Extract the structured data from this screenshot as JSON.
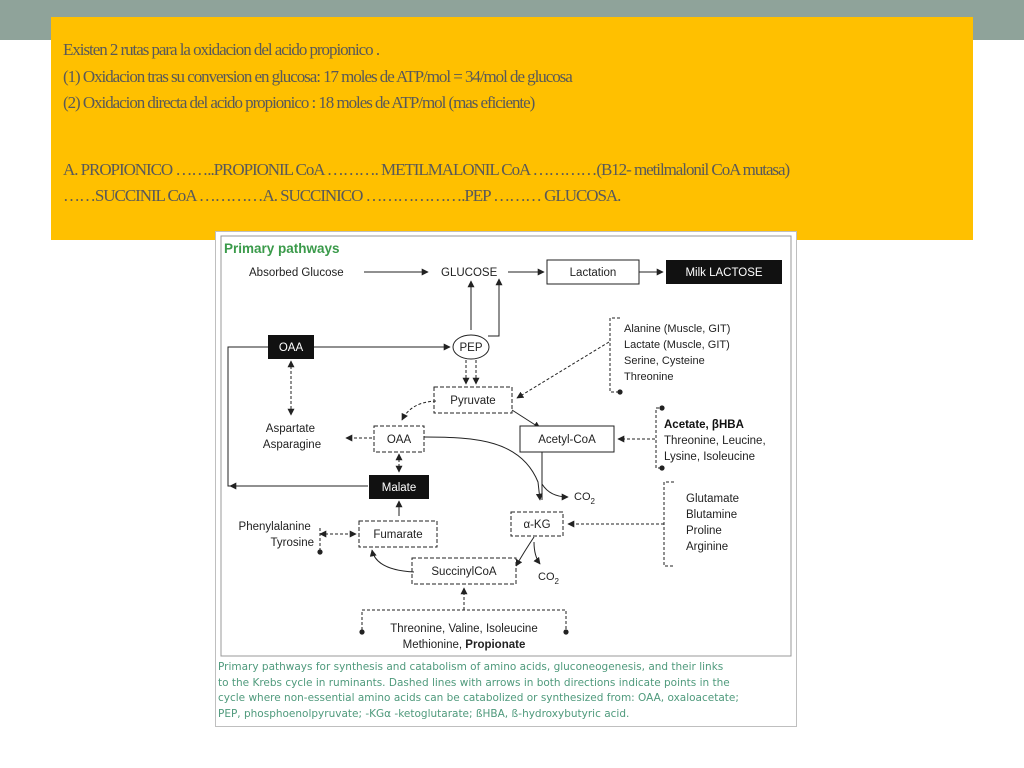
{
  "slide": {
    "colors": {
      "topbar": "#8fa39a",
      "title_background": "#ffc000",
      "title_text": "#595959",
      "caption_text": "#4f9a7c",
      "header_text": "#3a9a4a"
    },
    "title_lines": [
      "Existen 2 rutas para la oxidacion  del acido propionico .",
      "(1) Oxidacion tras su conversion en glucosa:  17 moles de ATP/mol = 34/mol de glucosa",
      "(2) Oxidacion directa del acido propionico : 18 moles de ATP/mol  (mas eficiente)"
    ],
    "route_lines": [
      "A. PROPIONICO ……..PROPIONIL CoA ………. METILMALONIL CoA …………(B12- metilmalonil CoA  mutasa)",
      "……SUCCINIL CoA …………A. SUCCINICO ……………….PEP  ……… GLUCOSA."
    ]
  },
  "figure": {
    "header": "Primary pathways",
    "labels": {
      "absorbed_glucose": "Absorbed Glucose",
      "glucose": "GLUCOSE",
      "lactation": "Lactation",
      "milk_lactose": "Milk LACTOSE",
      "oaa_top": "OAA",
      "pep": "PEP",
      "pyruvate": "Pyruvate",
      "aspartate": "Aspartate",
      "asparagine": "Asparagine",
      "oaa": "OAA",
      "acetyl_coa": "Acetyl-CoA",
      "malate": "Malate",
      "co2_top": "CO",
      "co2_top_sub": "2",
      "phenylalanine": "Phenylalanine",
      "tyrosine": "Tyrosine",
      "fumarate": "Fumarate",
      "akg": "α-KG",
      "succinylcoa": "SuccinylCoA",
      "co2_bottom": "CO",
      "co2_bottom_sub": "2"
    },
    "sources": {
      "amino_group_1": [
        "Alanine (Muscle, GIT)",
        "Lactate (Muscle, GIT)",
        "Serine, Cysteine",
        "Threonine"
      ],
      "acetate_header": "Acetate, βHBA",
      "acetate_group": [
        "Threonine, Leucine,",
        "Lysine, Isoleucine"
      ],
      "glutamate_group": [
        "Glutamate",
        "Blutamine",
        "Proline",
        "Arginine"
      ],
      "bottom_line1": "Threonine, Valine, Isoleucine",
      "bottom_line2_a": "Methionine, ",
      "bottom_line2_b": "Propionate"
    },
    "caption_lines": [
      "Primary pathways for synthesis and catabolism of amino acids, gluconeogenesis, and their links",
      "to the Krebs cycle in ruminants. Dashed lines with arrows in both directions indicate points in the",
      "cycle where non-essential amino acids can be catabolized or synthesized from: OAA, oxaloacetate;",
      "PEP, phosphoenolpyruvate;   -KGα  -ketoglutarate; ßHBA, ß-hydroxybutyric acid."
    ]
  }
}
